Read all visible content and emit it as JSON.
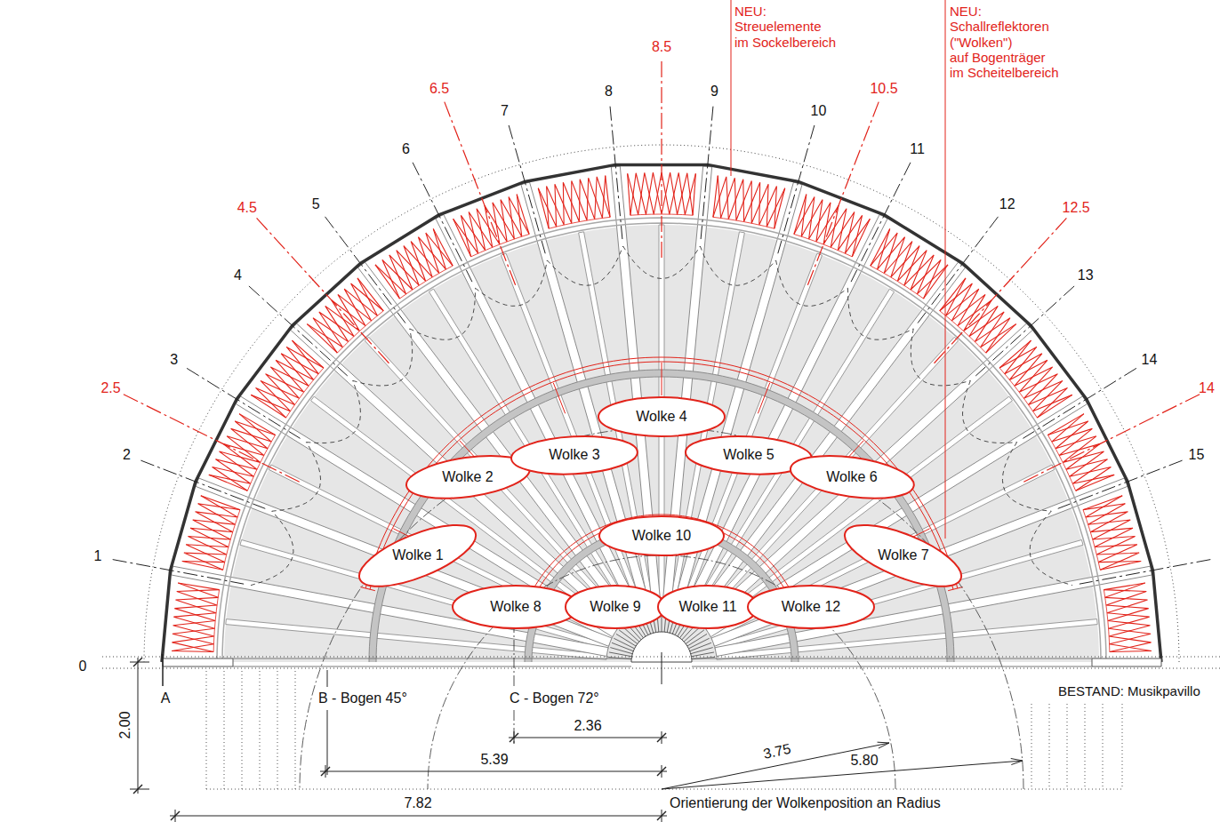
{
  "diagram": {
    "nodes": [
      {
        "text": [
          "Wolke 1"
        ]
      },
      {
        "text": [
          "Wolke 2"
        ]
      },
      {
        "text": [
          "Wolke 3"
        ]
      },
      {
        "text": [
          "Wolke 4"
        ]
      },
      {
        "text": [
          "Wolke 5"
        ]
      },
      {
        "text": [
          "Wolke 6"
        ]
      },
      {
        "text": [
          "Wolke 7"
        ]
      },
      {
        "text": [
          "Wolke 8"
        ]
      },
      {
        "text": [
          "Wolke 9"
        ]
      },
      {
        "text": [
          "Wolke 10"
        ]
      },
      {
        "text": [
          "Wolke 11"
        ]
      },
      {
        "text": [
          "Wolke 12"
        ]
      }
    ],
    "labels": [
      "1",
      "2",
      "3",
      "4",
      "5",
      "6",
      "7",
      "8",
      "9",
      "10",
      "11",
      "12",
      "13",
      "14",
      "15",
      "2.5",
      "4.5",
      "6.5",
      "8.5",
      "10.5",
      "12.5",
      "14",
      "NEU: Streuelemente im Sockelbereich",
      "NEU: Schallreflektoren (\"Wolken\") auf Bogenträger im Scheitelbereich",
      "0",
      "A",
      "B - Bogen 45°",
      "C - Bogen 72°",
      "BESTAND: Musikpavillo",
      "2.00",
      "2.36",
      "5.39",
      "7.82",
      "3.75",
      "5.80",
      "Orientierung der Wolkenposition an Radius"
    ]
  }
}
